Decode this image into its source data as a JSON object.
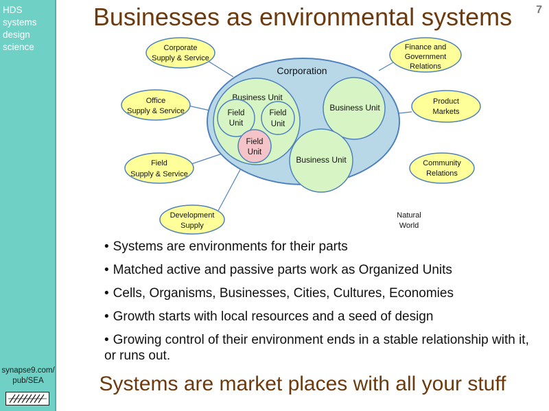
{
  "slide": {
    "number": "7",
    "title": "Businesses as environmental systems",
    "footer": "Systems are market places with all your stuff"
  },
  "sidebar": {
    "brand": [
      "HDS",
      "systems",
      "design",
      "science"
    ],
    "url": [
      "synapse9.com/",
      "pub/SEA"
    ]
  },
  "diagram": {
    "corporation": "Corporation",
    "business_units": [
      "Business Unit",
      "Business Unit",
      "Business Unit"
    ],
    "field_units": [
      [
        "Field",
        "Unit"
      ],
      [
        "Field",
        "Unit"
      ],
      [
        "Field",
        "Unit"
      ]
    ],
    "environment": [
      "Natural",
      "World"
    ],
    "relations": [
      [
        "Corporate",
        "Supply & Service"
      ],
      [
        "Office",
        "Supply & Service"
      ],
      [
        "Field",
        "Supply & Service"
      ],
      [
        "Development",
        "Supply"
      ],
      [
        "Finance and",
        "Government",
        "Relations"
      ],
      [
        "Product",
        "Markets"
      ],
      [
        "Community",
        "Relations"
      ]
    ]
  },
  "bullets": [
    "Systems are environments for their parts",
    "Matched active and passive parts work as Organized Units",
    "Cells, Organisms, Businesses, Cities, Cultures, Economies",
    "Growth starts with local resources and a seed of design",
    "Growing control of their environment ends in a stable relationship with it, or runs out."
  ],
  "colors": {
    "sidebar": "#6fd0c6",
    "title": "#6b3a0e",
    "corporation_fill": "#b8d8e8",
    "unit_fill": "#d7f5c4",
    "highlight_unit_fill": "#f4c4c8",
    "relation_fill": "#ffff99",
    "connector": "#4f81bd"
  }
}
